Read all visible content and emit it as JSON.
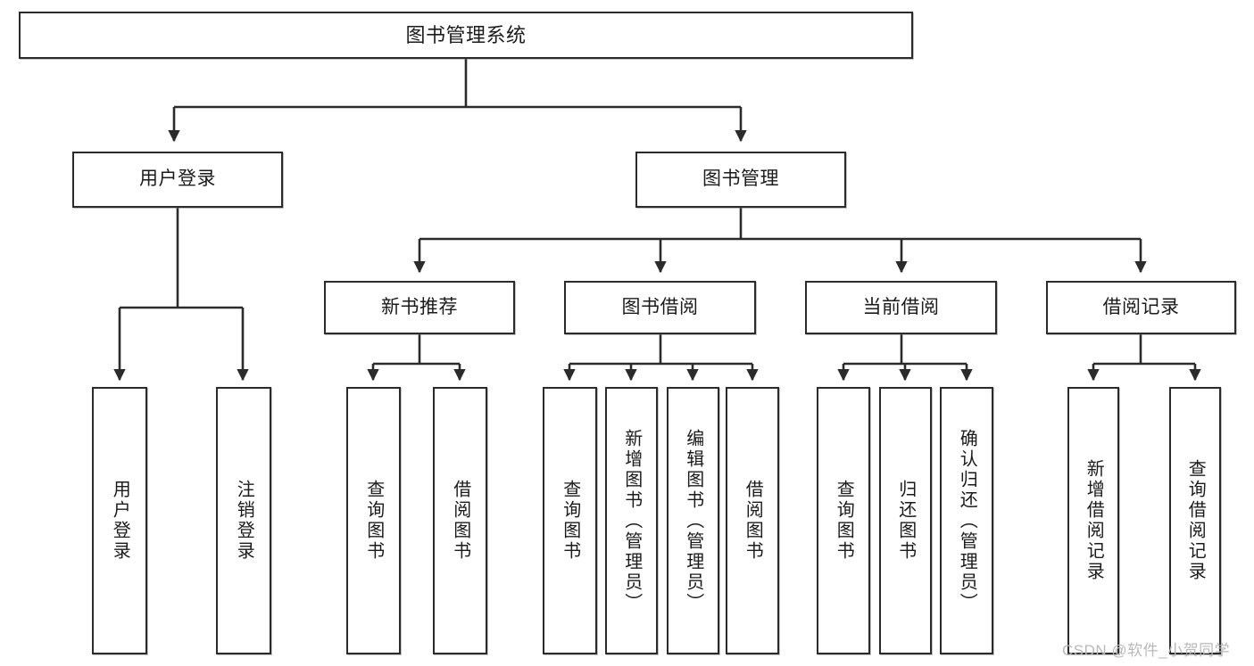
{
  "diagram": {
    "type": "tree",
    "title": "图书管理系统",
    "watermark": "CSDN @软件_小贺同学",
    "colors": {
      "background": "#ffffff",
      "border": "#2b2b2b",
      "text": "#1b1b1b",
      "edge": "#2b2b2b",
      "watermark": "#b9b9b9"
    },
    "levels": {
      "root": {
        "label": "图书管理系统"
      },
      "level2": [
        {
          "id": "user-login",
          "label": "用户登录"
        },
        {
          "id": "book-manage",
          "label": "图书管理"
        }
      ],
      "level3": [
        {
          "id": "new-book-recommend",
          "label": "新书推荐",
          "parent": "book-manage"
        },
        {
          "id": "book-borrow",
          "label": "图书借阅",
          "parent": "book-manage"
        },
        {
          "id": "current-borrow",
          "label": "当前借阅",
          "parent": "book-manage"
        },
        {
          "id": "borrow-record",
          "label": "借阅记录",
          "parent": "book-manage"
        }
      ],
      "leaves": [
        {
          "id": "leaf-user-login",
          "label": "用户登录",
          "parent": "user-login"
        },
        {
          "id": "leaf-user-logout",
          "label": "注销登录",
          "parent": "user-login"
        },
        {
          "id": "leaf-query-book-1",
          "label": "查询图书",
          "parent": "new-book-recommend"
        },
        {
          "id": "leaf-borrow-book-1",
          "label": "借阅图书",
          "parent": "new-book-recommend"
        },
        {
          "id": "leaf-query-book-2",
          "label": "查询图书",
          "parent": "book-borrow"
        },
        {
          "id": "leaf-add-book",
          "label": "新增图书（管理员）",
          "parent": "book-borrow"
        },
        {
          "id": "leaf-edit-book",
          "label": "编辑图书（管理员）",
          "parent": "book-borrow"
        },
        {
          "id": "leaf-borrow-book-2",
          "label": "借阅图书",
          "parent": "book-borrow"
        },
        {
          "id": "leaf-query-book-3",
          "label": "查询图书",
          "parent": "current-borrow"
        },
        {
          "id": "leaf-return-book",
          "label": "归还图书",
          "parent": "current-borrow"
        },
        {
          "id": "leaf-confirm-return",
          "label": "确认归还（管理员）",
          "parent": "current-borrow"
        },
        {
          "id": "leaf-add-record",
          "label": "新增借阅记录",
          "parent": "borrow-record"
        },
        {
          "id": "leaf-query-record",
          "label": "查询借阅记录",
          "parent": "borrow-record"
        }
      ]
    }
  }
}
